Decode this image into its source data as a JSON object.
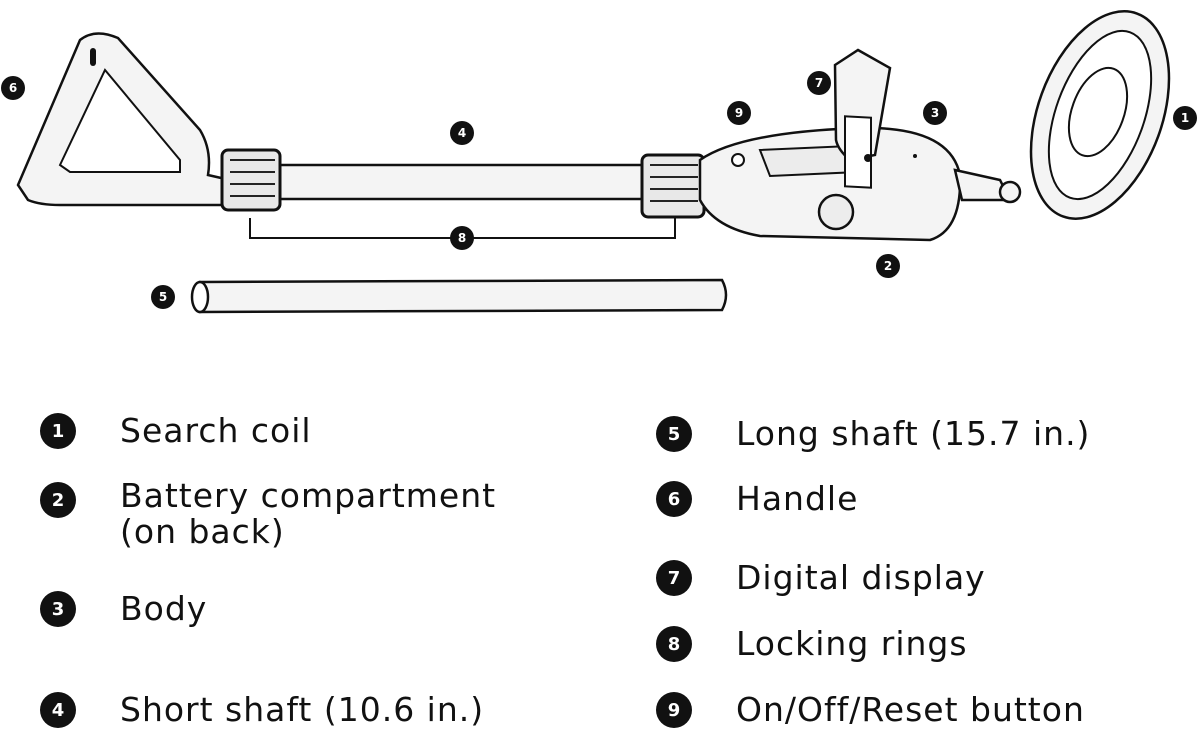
{
  "callouts": [
    {
      "num": "1"
    },
    {
      "num": "2"
    },
    {
      "num": "3"
    },
    {
      "num": "4"
    },
    {
      "num": "5"
    },
    {
      "num": "6"
    },
    {
      "num": "7"
    },
    {
      "num": "8"
    },
    {
      "num": "9"
    }
  ],
  "legend": [
    {
      "num": "1",
      "label": "Search coil"
    },
    {
      "num": "2",
      "label": "Battery compartment",
      "label2": "(on back)"
    },
    {
      "num": "3",
      "label": "Body"
    },
    {
      "num": "4",
      "label": "Short shaft (10.6 in.)"
    },
    {
      "num": "5",
      "label": "Long shaft (15.7 in.)"
    },
    {
      "num": "6",
      "label": "Handle"
    },
    {
      "num": "7",
      "label": "Digital display"
    },
    {
      "num": "8",
      "label": "Locking rings"
    },
    {
      "num": "9",
      "label": "On/Off/Reset button"
    }
  ],
  "colors": {
    "outline": "#111111",
    "fill": "#f2f2f2",
    "ring": "#222222"
  }
}
